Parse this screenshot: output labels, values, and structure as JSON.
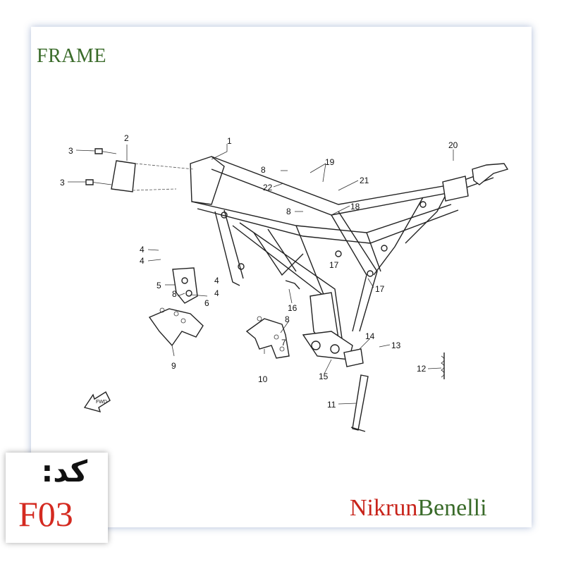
{
  "title": "FRAME",
  "code_label": "کد:",
  "code_value": "F03",
  "brand": {
    "part1": "Nikrun",
    "part2": "Benelli"
  },
  "colors": {
    "title": "#3a6b2a",
    "code": "#d42a20",
    "brand_red": "#c8241b",
    "brand_green": "#3a6b2a"
  },
  "callouts": [
    "1",
    "2",
    "3",
    "3",
    "4",
    "4",
    "4",
    "4",
    "5",
    "6",
    "8",
    "9",
    "8",
    "7",
    "10",
    "16",
    "8",
    "22",
    "19",
    "21",
    "18",
    "8",
    "17",
    "17",
    "20",
    "14",
    "13",
    "15",
    "12",
    "11"
  ],
  "fwd_label": "FWD"
}
